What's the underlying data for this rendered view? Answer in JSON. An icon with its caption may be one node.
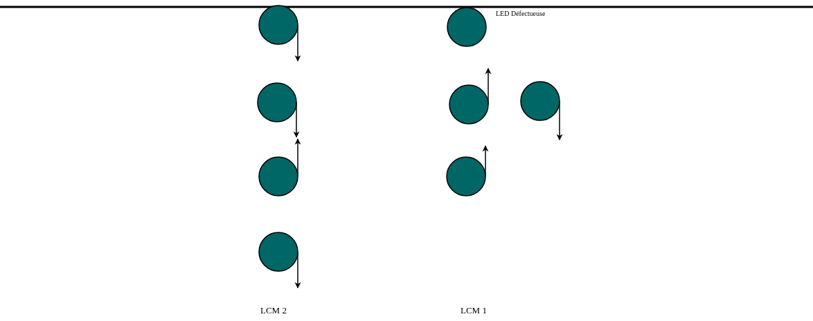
{
  "diagram": {
    "nodes": [
      {
        "text": [],
        "shape": "circle"
      },
      {
        "text": [],
        "shape": "circle"
      },
      {
        "text": [],
        "shape": "circle"
      },
      {
        "text": [],
        "shape": "circle"
      },
      {
        "text": [],
        "shape": "circle"
      },
      {
        "text": [],
        "shape": "circle"
      },
      {
        "text": [],
        "shape": "circle"
      },
      {
        "text": [],
        "shape": "circle"
      }
    ],
    "edges": [
      {
        "from": 0,
        "to": null,
        "arrow": "to"
      },
      {
        "from": 2,
        "to": null,
        "arrow": "to"
      },
      {
        "from": 3,
        "to": null,
        "arrow": "to"
      },
      {
        "from": 4,
        "to": null,
        "arrow": "to"
      },
      {
        "from": 5,
        "to": null,
        "arrow": "to"
      },
      {
        "from": 6,
        "to": null,
        "arrow": "to"
      },
      {
        "from": 7,
        "to": null,
        "arrow": "to"
      }
    ],
    "labels": [
      "LED Défectueuse",
      "LCM 2",
      "LCM 1"
    ]
  }
}
